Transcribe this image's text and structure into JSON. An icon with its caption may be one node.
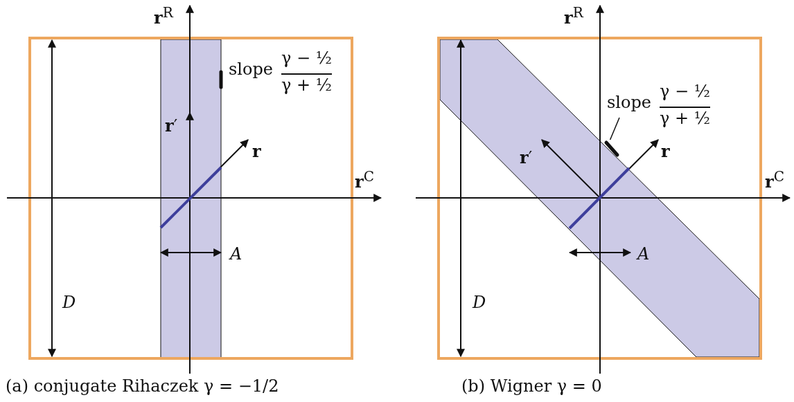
{
  "diagram": {
    "nodes": [
      {
        "text": [
          "slope",
          "γ − ½",
          "γ + ½"
        ]
      },
      {
        "text": [],
        "shape": "bar"
      }
    ],
    "edges": [
      {
        "from": 0,
        "to": 1,
        "arrow": "none"
      }
    ],
    "labels": [
      "**r**$^{R}$",
      "slope",
      "γ − ½",
      "γ + ½",
      "**r**′",
      "r",
      "**r**$^{C}$",
      "A",
      "D",
      "(a)  conjugate Rihaczek   γ = −1/2",
      "**r**$^{R}$",
      "**r**′",
      "r",
      "**r**$^{C}$",
      "A",
      "D",
      "(b)  Wigner   γ = 0"
    ]
  }
}
